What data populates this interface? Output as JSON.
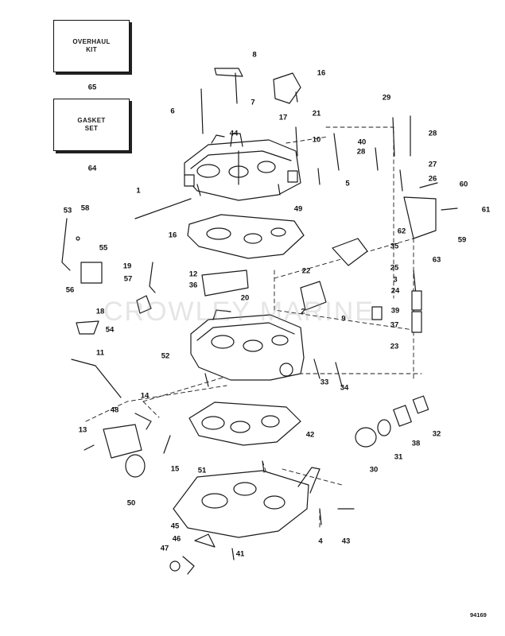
{
  "kits": {
    "overhaul": {
      "line1": "OVERHAUL",
      "line2": "KIT",
      "number": "65"
    },
    "gasket": {
      "line1": "GASKET",
      "line2": "SET",
      "number": "64"
    }
  },
  "watermark": "CROWLEY MARINE",
  "ref_number": "94169",
  "callouts": [
    {
      "id": "8",
      "key": "c8"
    },
    {
      "id": "16",
      "key": "c16a"
    },
    {
      "id": "7",
      "key": "c7"
    },
    {
      "id": "6",
      "key": "c6"
    },
    {
      "id": "17",
      "key": "c17"
    },
    {
      "id": "21",
      "key": "c21"
    },
    {
      "id": "29",
      "key": "c29"
    },
    {
      "id": "44",
      "key": "c44"
    },
    {
      "id": "10",
      "key": "c10"
    },
    {
      "id": "40",
      "key": "c40"
    },
    {
      "id": "28",
      "key": "c28a"
    },
    {
      "id": "28",
      "key": "c28b"
    },
    {
      "id": "27",
      "key": "c27"
    },
    {
      "id": "5",
      "key": "c5"
    },
    {
      "id": "26",
      "key": "c26"
    },
    {
      "id": "60",
      "key": "c60"
    },
    {
      "id": "1",
      "key": "c1"
    },
    {
      "id": "49",
      "key": "c49"
    },
    {
      "id": "61",
      "key": "c61"
    },
    {
      "id": "53",
      "key": "c53"
    },
    {
      "id": "58",
      "key": "c58"
    },
    {
      "id": "16",
      "key": "c16b"
    },
    {
      "id": "62",
      "key": "c62"
    },
    {
      "id": "59",
      "key": "c59"
    },
    {
      "id": "55",
      "key": "c55"
    },
    {
      "id": "12",
      "key": "c12"
    },
    {
      "id": "35",
      "key": "c35"
    },
    {
      "id": "63",
      "key": "c63"
    },
    {
      "id": "19",
      "key": "c19"
    },
    {
      "id": "57",
      "key": "c57"
    },
    {
      "id": "22",
      "key": "c22"
    },
    {
      "id": "25",
      "key": "c25"
    },
    {
      "id": "3",
      "key": "c3"
    },
    {
      "id": "36",
      "key": "c36"
    },
    {
      "id": "56",
      "key": "c56"
    },
    {
      "id": "24",
      "key": "c24"
    },
    {
      "id": "20",
      "key": "c20"
    },
    {
      "id": "39",
      "key": "c39"
    },
    {
      "id": "18",
      "key": "c18"
    },
    {
      "id": "2",
      "key": "c2"
    },
    {
      "id": "9",
      "key": "c9"
    },
    {
      "id": "37",
      "key": "c37"
    },
    {
      "id": "54",
      "key": "c54"
    },
    {
      "id": "23",
      "key": "c23"
    },
    {
      "id": "52",
      "key": "c52"
    },
    {
      "id": "11",
      "key": "c11"
    },
    {
      "id": "33",
      "key": "c33"
    },
    {
      "id": "34",
      "key": "c34"
    },
    {
      "id": "14",
      "key": "c14"
    },
    {
      "id": "48",
      "key": "c48"
    },
    {
      "id": "42",
      "key": "c42"
    },
    {
      "id": "38",
      "key": "c38"
    },
    {
      "id": "32",
      "key": "c32"
    },
    {
      "id": "13",
      "key": "c13"
    },
    {
      "id": "31",
      "key": "c31"
    },
    {
      "id": "15",
      "key": "c15"
    },
    {
      "id": "30",
      "key": "c30"
    },
    {
      "id": "51",
      "key": "c51"
    },
    {
      "id": "50",
      "key": "c50"
    },
    {
      "id": "45",
      "key": "c45"
    },
    {
      "id": "4",
      "key": "c4"
    },
    {
      "id": "43",
      "key": "c43"
    },
    {
      "id": "46",
      "key": "c46"
    },
    {
      "id": "41",
      "key": "c41"
    },
    {
      "id": "47",
      "key": "c47"
    }
  ]
}
